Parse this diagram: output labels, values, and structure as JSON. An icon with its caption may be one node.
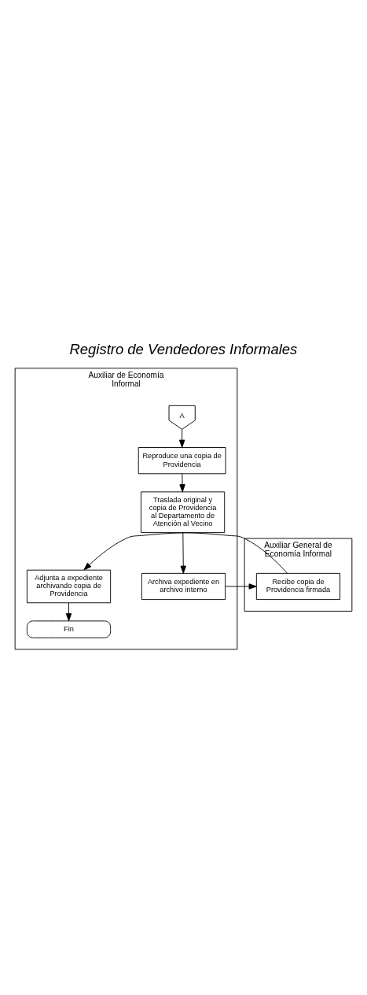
{
  "diagram": {
    "title": "Registro de Vendedores Informales",
    "nodes": [
      {
        "text": [
          "Auxiliar de Economía Informal"
        ]
      },
      {
        "text": [
          "Auxiliar General de Economía Informal"
        ]
      },
      {
        "text": [
          "A"
        ],
        "in": 0
      },
      {
        "text": [
          "Reproduce una copia de Providencia"
        ],
        "in": 0
      },
      {
        "text": [
          "Traslada original y copia de Providencia al Departamento de Atención al Vecino"
        ],
        "in": 0
      },
      {
        "text": [
          "Archiva expediente en archivo interno"
        ],
        "in": 0
      },
      {
        "text": [
          "Recibe copia de Providencia firmada"
        ],
        "in": 1
      },
      {
        "text": [
          "Adjunta a expediente archivando copia de Providencia"
        ],
        "in": 0
      },
      {
        "text": [
          "Fin"
        ],
        "in": 0
      }
    ],
    "edges": [
      {
        "from": 2,
        "to": 3,
        "arrow": "to"
      },
      {
        "from": 3,
        "to": 4,
        "arrow": "to"
      },
      {
        "from": 4,
        "to": 5,
        "arrow": "to"
      },
      {
        "from": 5,
        "to": 6,
        "arrow": "to"
      },
      {
        "from": 6,
        "to": 7,
        "arrow": "to"
      },
      {
        "from": 7,
        "to": 8,
        "arrow": "to"
      }
    ]
  }
}
